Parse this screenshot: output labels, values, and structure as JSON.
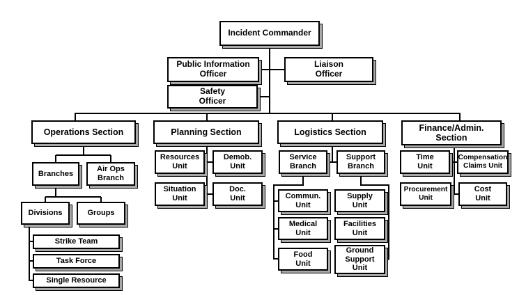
{
  "diagram": {
    "type": "org-chart",
    "colors": {
      "background": "#ffffff",
      "box_fill": "#ffffff",
      "box_border": "#000000",
      "box_shadow": "#a8a8a8",
      "connector_line": "#000000",
      "text": "#000000"
    },
    "nodes": {
      "incident_commander": "Incident Commander",
      "public_information_officer": "Public Information\nOfficer",
      "liaison_officer": "Liaison\nOfficer",
      "safety_officer": "Safety\nOfficer",
      "operations_section": "Operations Section",
      "planning_section": "Planning Section",
      "logistics_section": "Logistics Section",
      "finance_admin_section": "Finance/Admin.\nSection",
      "branches": "Branches",
      "air_ops_branch": "Air Ops\nBranch",
      "divisions": "Divisions",
      "groups": "Groups",
      "strike_team": "Strike Team",
      "task_force": "Task Force",
      "single_resource": "Single Resource",
      "resources_unit": "Resources\nUnit",
      "demob_unit": "Demob.\nUnit",
      "situation_unit": "Situation\nUnit",
      "doc_unit": "Doc.\nUnit",
      "service_branch": "Service\nBranch",
      "support_branch": "Support\nBranch",
      "commun_unit": "Commun.\nUnit",
      "supply_unit": "Supply\nUnit",
      "medical_unit": "Medical\nUnit",
      "facilities_unit": "Facilities\nUnit",
      "food_unit": "Food\nUnit",
      "ground_support_unit": "Ground\nSupport\nUnit",
      "time_unit": "Time\nUnit",
      "compensation_claims_unit": "Compensation\nClaims Unit",
      "procurement_unit": "Procurement\nUnit",
      "cost_unit": "Cost\nUnit"
    },
    "hierarchy": {
      "Incident Commander": {
        "staff": [
          "Public Information Officer",
          "Liaison Officer",
          "Safety Officer"
        ],
        "sections": {
          "Operations Section": {
            "Branches": {
              "Divisions": [
                "Strike Team",
                "Task Force",
                "Single Resource"
              ],
              "Groups": []
            },
            "Air Ops Branch": {}
          },
          "Planning Section": [
            "Resources Unit",
            "Demob. Unit",
            "Situation Unit",
            "Doc. Unit"
          ],
          "Logistics Section": {
            "Service Branch": [
              "Commun. Unit",
              "Medical Unit",
              "Food Unit"
            ],
            "Support Branch": [
              "Supply Unit",
              "Facilities Unit",
              "Ground Support Unit"
            ]
          },
          "Finance/Admin. Section": [
            "Time Unit",
            "Compensation Claims Unit",
            "Procurement Unit",
            "Cost Unit"
          ]
        }
      }
    }
  }
}
